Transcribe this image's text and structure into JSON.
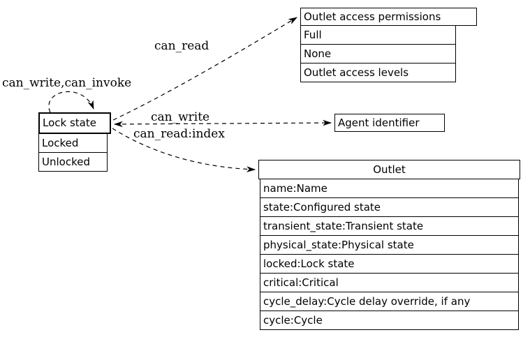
{
  "diagram": {
    "nodes": {
      "lock_state": {
        "title": "Lock state",
        "rows": [
          "Locked",
          "Unlocked"
        ]
      },
      "outlet_access_permissions": {
        "title": "Outlet access permissions",
        "rows": [
          "Full",
          "None",
          "Outlet access levels"
        ]
      },
      "agent_identifier": {
        "title": "Agent identifier"
      },
      "outlet": {
        "title": "Outlet",
        "rows": [
          "name:Name",
          "state:Configured state",
          "transient_state:Transient state",
          "physical_state:Physical state",
          "locked:Lock state",
          "critical:Critical",
          "cycle_delay:Cycle delay override, if any",
          "cycle:Cycle"
        ]
      }
    },
    "edge_labels": {
      "self_loop": "can_write,can_invoke",
      "to_permissions": "can_read",
      "to_agent": "can_write",
      "to_outlet": "can_read:index"
    },
    "colors": {
      "line": "#000000",
      "text": "#000000",
      "background": "#ffffff"
    }
  }
}
